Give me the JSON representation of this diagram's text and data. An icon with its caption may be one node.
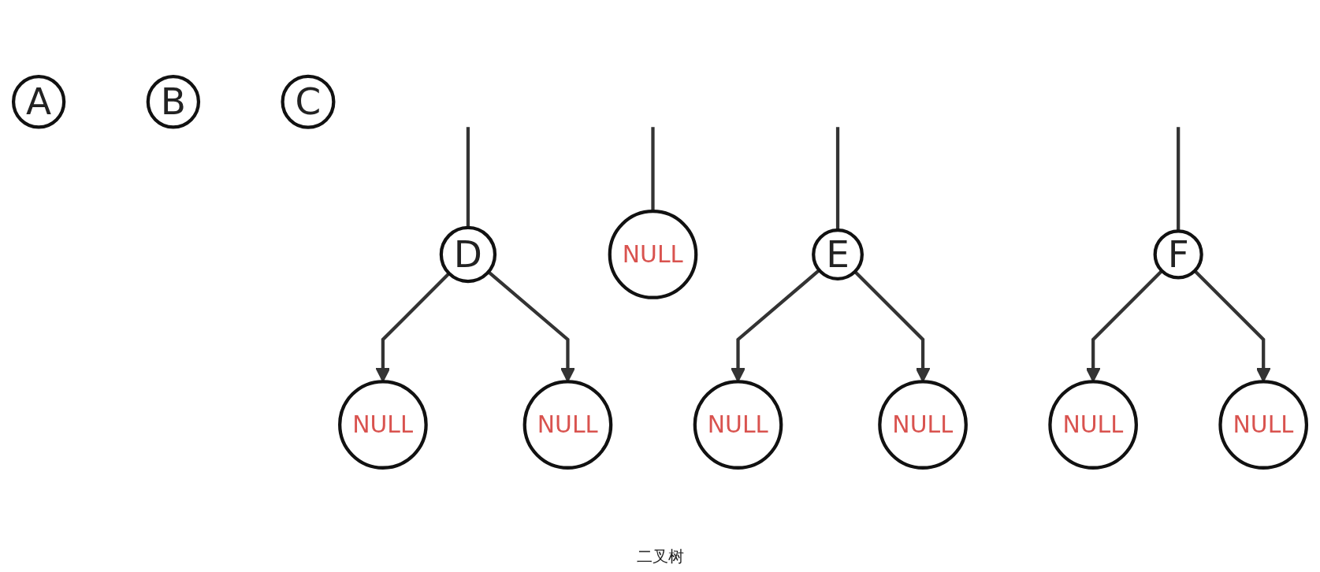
{
  "diagram": {
    "nodes": [
      {
        "text": [
          "D"
        ]
      },
      {
        "text": [
          "NULL"
        ]
      },
      {
        "text": [
          "E"
        ]
      },
      {
        "text": [
          "F"
        ]
      },
      {
        "text": [
          "NULL"
        ]
      },
      {
        "text": [
          "NULL"
        ]
      },
      {
        "text": [
          "NULL"
        ]
      },
      {
        "text": [
          "NULL"
        ]
      },
      {
        "text": [
          "NULL"
        ]
      },
      {
        "text": [
          "NULL"
        ]
      },
      {
        "text": [
          "A"
        ]
      },
      {
        "text": [
          "B"
        ]
      },
      {
        "text": [
          "C"
        ]
      }
    ],
    "edges": [
      {
        "from": null,
        "to": 0,
        "arrow": "none"
      },
      {
        "from": null,
        "to": 1,
        "arrow": "none"
      },
      {
        "from": null,
        "to": 2,
        "arrow": "none"
      },
      {
        "from": null,
        "to": 3,
        "arrow": "none"
      },
      {
        "from": 0,
        "to": 4,
        "arrow": "to"
      },
      {
        "from": 0,
        "to": 5,
        "arrow": "to"
      },
      {
        "from": 2,
        "to": 6,
        "arrow": "to"
      },
      {
        "from": 2,
        "to": 7,
        "arrow": "to"
      },
      {
        "from": 3,
        "to": 8,
        "arrow": "to"
      },
      {
        "from": 3,
        "to": 9,
        "arrow": "to"
      }
    ],
    "labels": [
      "二叉树"
    ]
  }
}
